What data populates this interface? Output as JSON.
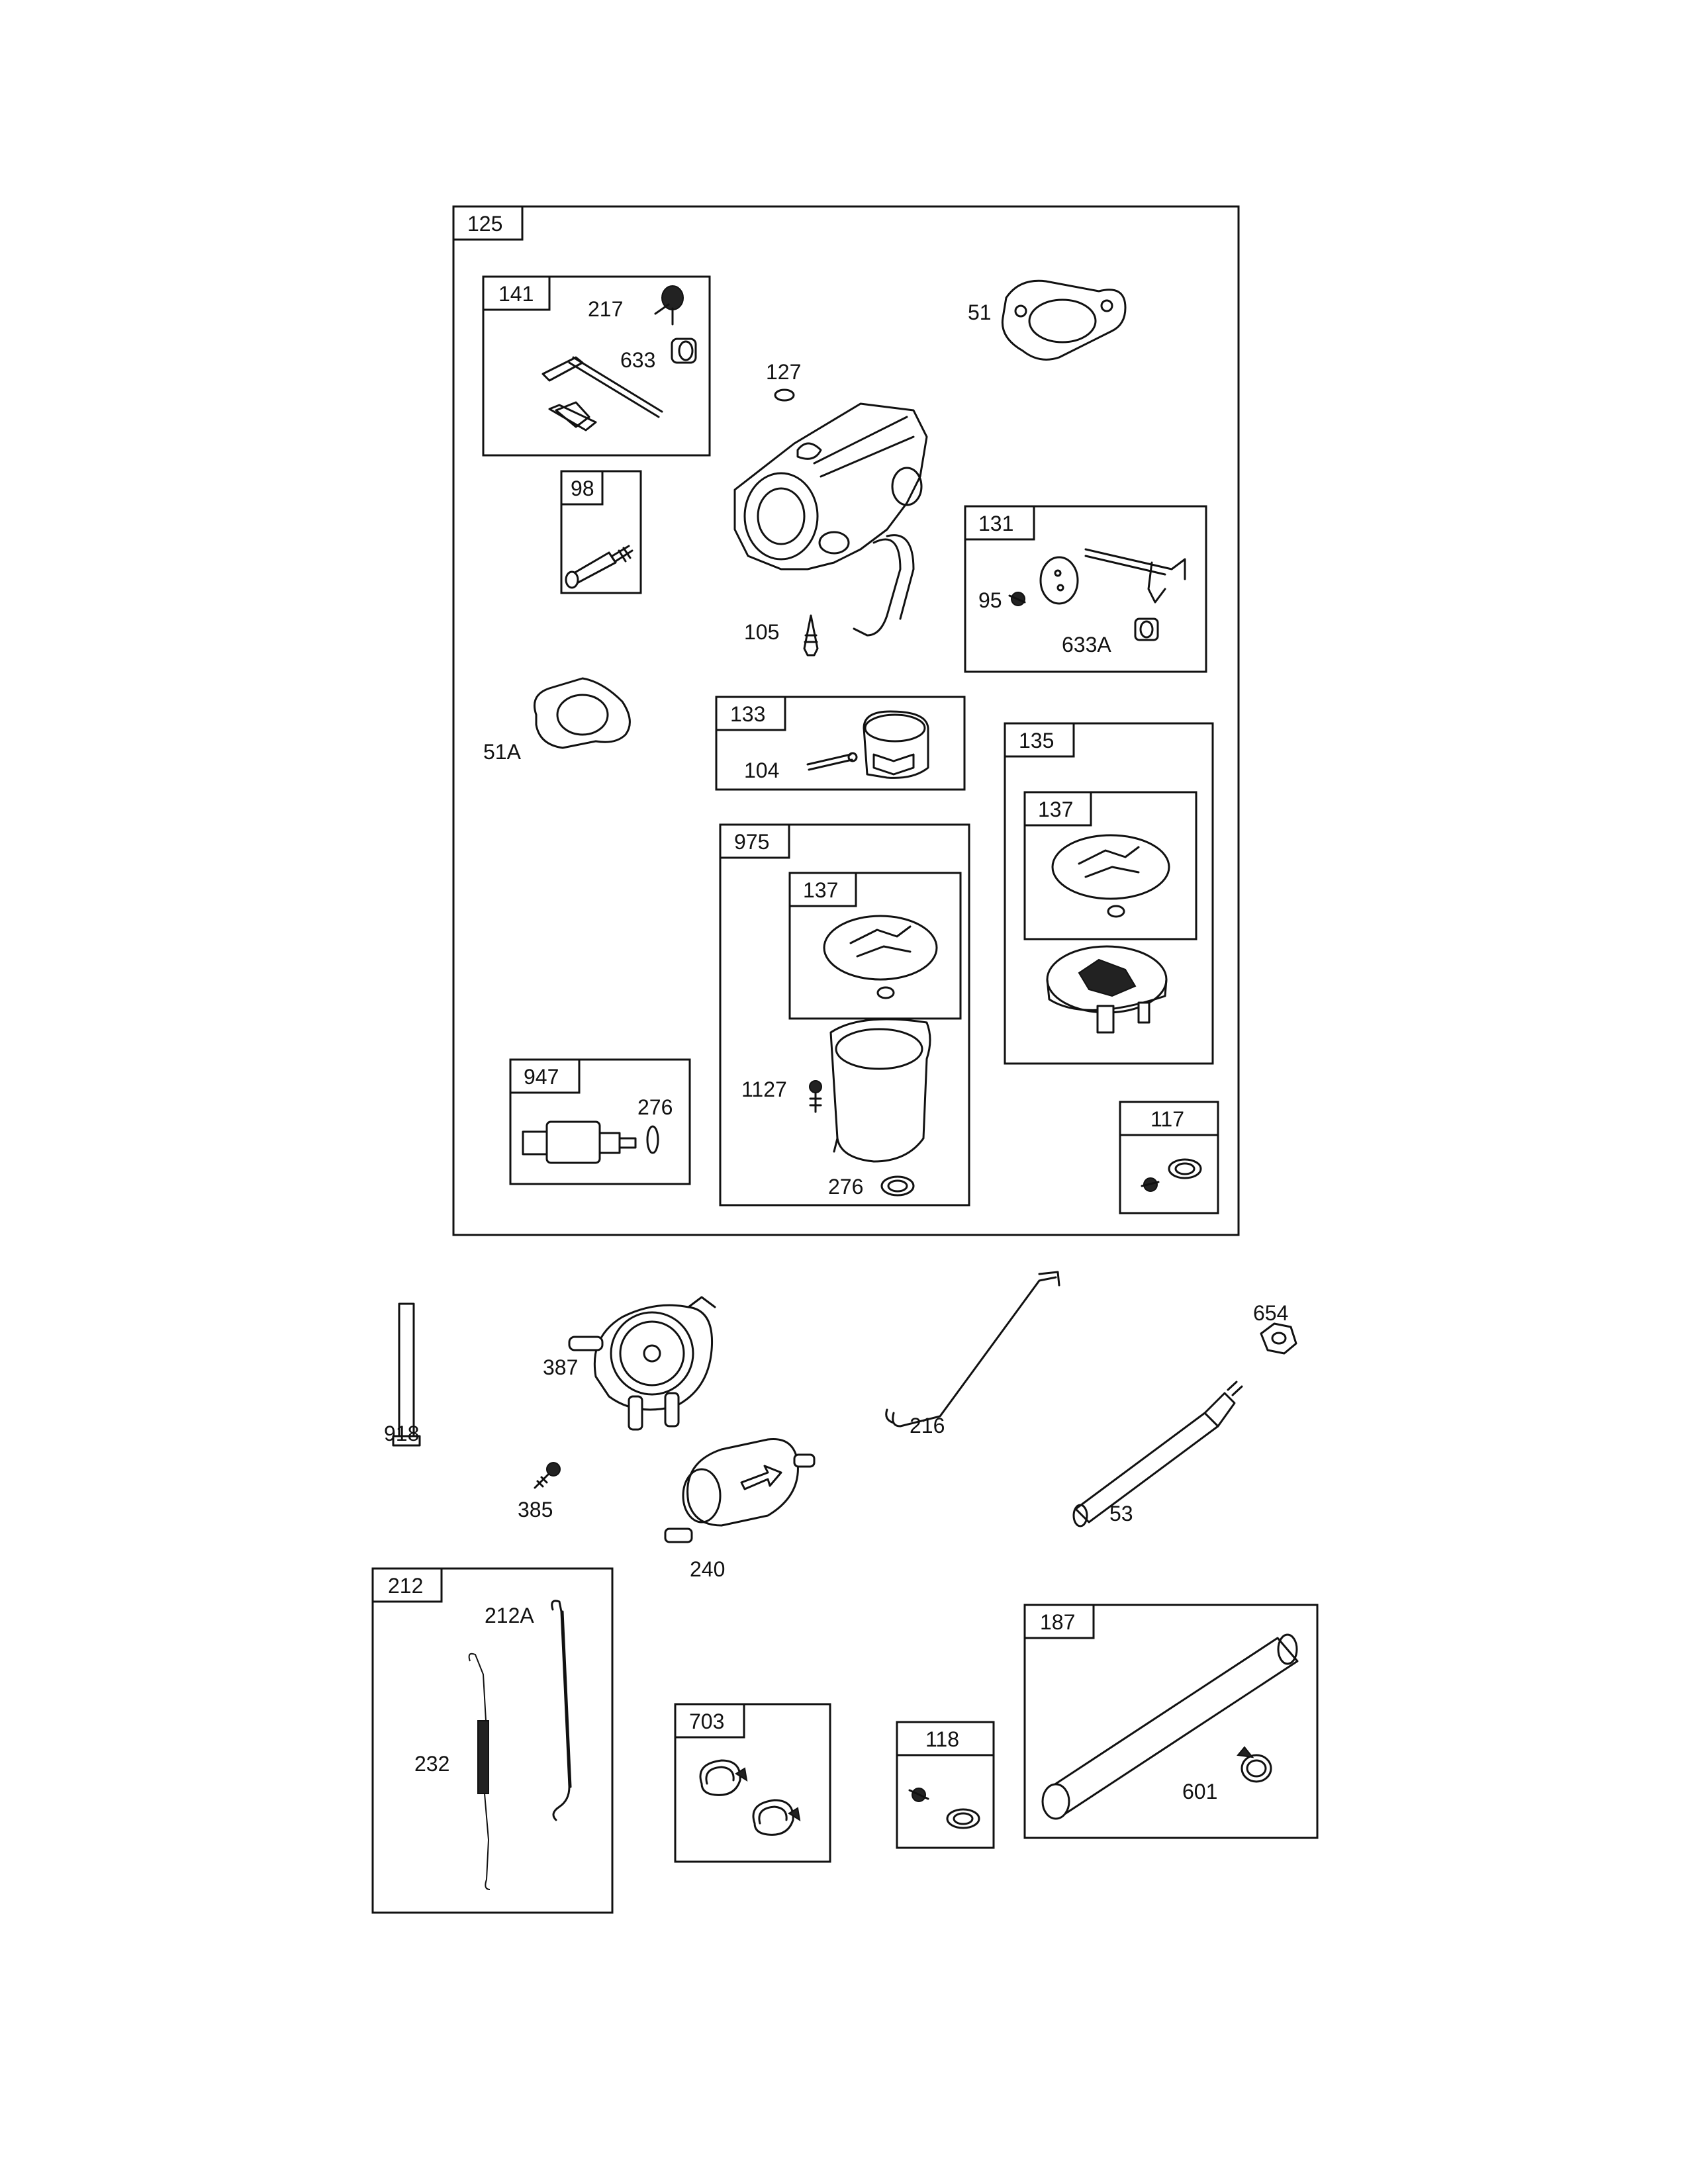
{
  "boxes": {
    "main_assembly": "125",
    "b141": "141",
    "b98": "98",
    "b131": "131",
    "b133": "133",
    "b135": "135",
    "b135_137": "137",
    "b975": "975",
    "b975_137": "137",
    "b947": "947",
    "b117": "117",
    "b212": "212",
    "b703": "703",
    "b118": "118",
    "b187": "187"
  },
  "labels": {
    "p217": "217",
    "p633": "633",
    "p51": "51",
    "p127": "127",
    "p105": "105",
    "p95": "95",
    "p633A": "633A",
    "p51A": "51A",
    "p104": "104",
    "p1127": "1127",
    "p276a": "276",
    "p276b": "276",
    "p918": "918",
    "p387": "387",
    "p385": "385",
    "p240": "240",
    "p216": "216",
    "p654": "654",
    "p53": "53",
    "p212A": "212A",
    "p232": "232",
    "p601": "601"
  }
}
